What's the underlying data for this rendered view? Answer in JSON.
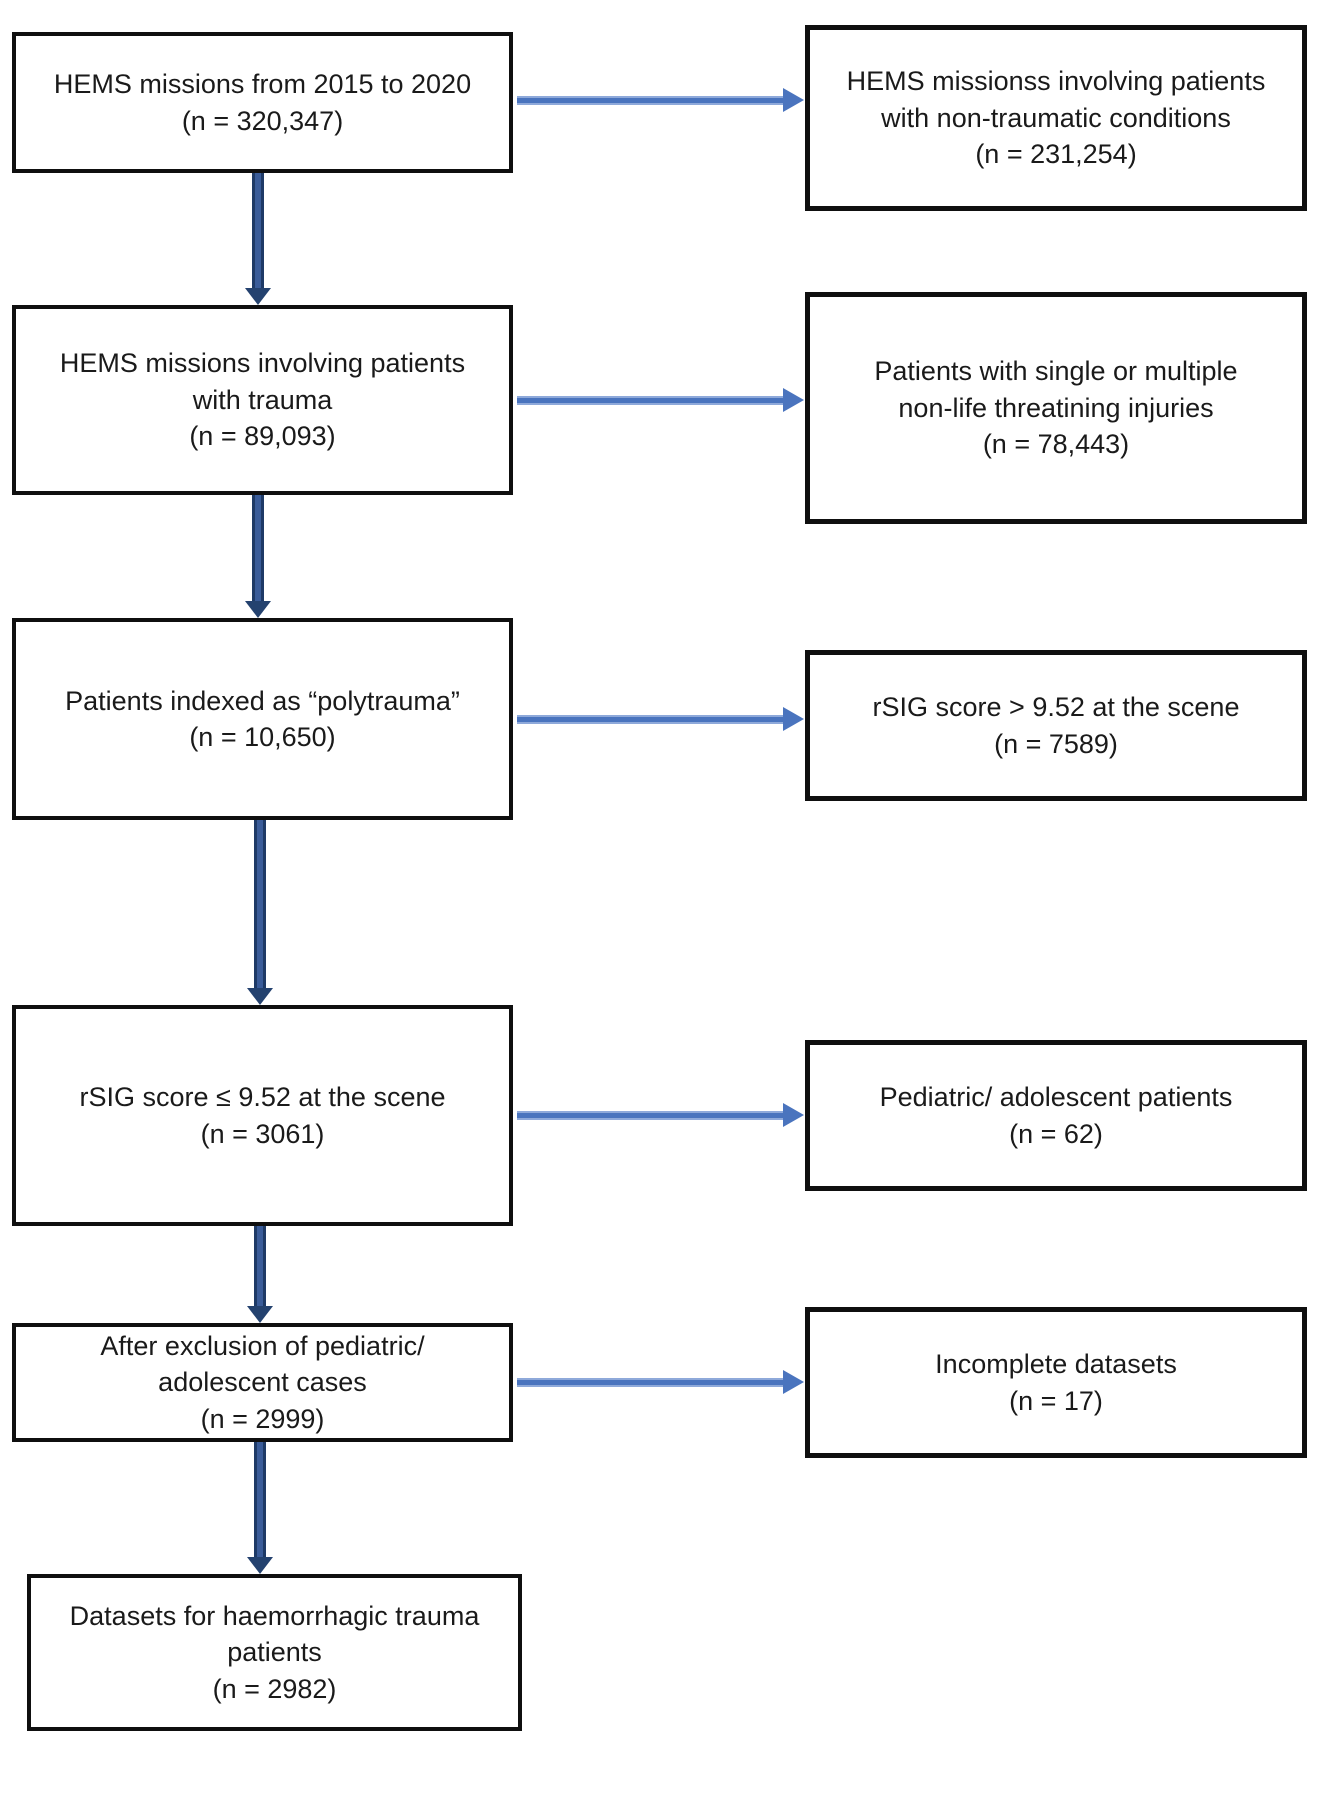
{
  "colors": {
    "box_border": "#0f0f0f",
    "down_arrow_edge": "#1e3a66",
    "down_arrow_fill": "#3a5c99",
    "right_arrow": "#4a74be",
    "right_arrow_edge": "#8ea9da",
    "text": "#1a1a1a",
    "background": "#ffffff"
  },
  "flow": {
    "left_boxes": [
      {
        "lines": [
          "HEMS missions from 2015 to 2020",
          "(n = 320,347)"
        ]
      },
      {
        "lines": [
          "HEMS missions involving patients",
          "with trauma",
          "(n = 89,093)"
        ]
      },
      {
        "lines": [
          "Patients indexed as “polytrauma”",
          "(n = 10,650)"
        ]
      },
      {
        "lines": [
          "rSIG score ≤ 9.52 at the scene",
          "(n = 3061)"
        ]
      },
      {
        "lines": [
          "After exclusion of pediatric/",
          "adolescent cases",
          "(n = 2999)"
        ]
      },
      {
        "lines": [
          "Datasets for haemorrhagic trauma",
          "patients",
          "(n = 2982)"
        ]
      }
    ],
    "right_boxes": [
      {
        "lines": [
          "HEMS missionss involving patients",
          "with non-traumatic conditions",
          "(n = 231,254)"
        ]
      },
      {
        "lines": [
          "Patients with single or multiple",
          "non-life threatining injuries",
          "(n = 78,443)"
        ]
      },
      {
        "lines": [
          "rSIG score > 9.52 at the scene",
          "(n = 7589)"
        ]
      },
      {
        "lines": [
          "Pediatric/ adolescent patients",
          "(n = 62)"
        ]
      },
      {
        "lines": [
          "Incomplete datasets",
          "(n = 17)"
        ]
      }
    ]
  }
}
